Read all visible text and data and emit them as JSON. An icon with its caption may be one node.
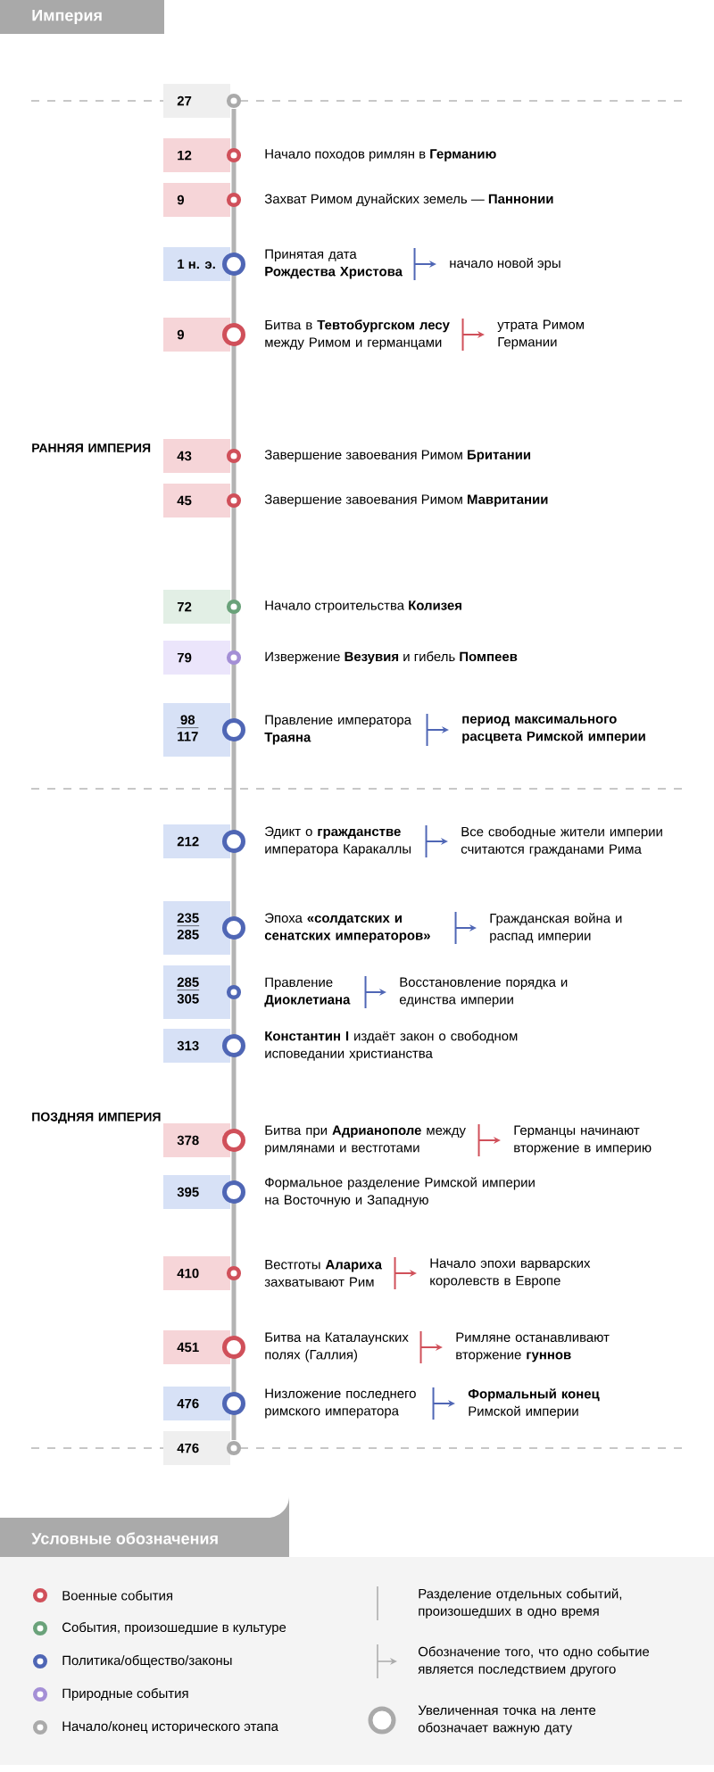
{
  "diagram": {
    "title": "Империя",
    "nodes": [
      {
        "text": [
          "27"
        ]
      },
      {
        "text": [
          "12"
        ]
      },
      {
        "text": [
          "Начало походов римлян в **Германию**"
        ]
      },
      {
        "text": [
          "9"
        ]
      },
      {
        "text": [
          "Захват Римом дунайских земель — **Паннонии**"
        ]
      },
      {
        "text": [
          "1 н. э."
        ]
      },
      {
        "text": [
          "Принятая дата **Рождества Христова**"
        ]
      },
      {
        "text": [
          "начало новой эры"
        ]
      },
      {
        "text": [
          "9"
        ]
      },
      {
        "text": [
          "Битва в **Тевтобургском лесу** между Римом и германцами"
        ]
      },
      {
        "text": [
          "утрата Римом Германии"
        ]
      },
      {
        "text": [
          "43"
        ]
      },
      {
        "text": [
          "Завершение завоевания Римом **Британии**"
        ]
      },
      {
        "text": [
          "45"
        ]
      },
      {
        "text": [
          "Завершение завоевания Римом **Мавритании**"
        ]
      },
      {
        "text": [
          "72"
        ]
      },
      {
        "text": [
          "Начало строительства **Колизея**"
        ]
      },
      {
        "text": [
          "79"
        ]
      },
      {
        "text": [
          "Извержение **Везувия** и гибель **Помпеев**"
        ]
      },
      {
        "text": [
          "98",
          "117"
        ]
      },
      {
        "text": [
          "Правление императора **Траяна**"
        ]
      },
      {
        "text": [
          "период максимального расцвета Римской империи"
        ]
      },
      {
        "text": [
          "212"
        ]
      },
      {
        "text": [
          "Эдикт о **гражданстве** императора Каракаллы"
        ]
      },
      {
        "text": [
          "Все свободные жители империи считаются гражданами Рима"
        ]
      },
      {
        "text": [
          "235",
          "285"
        ]
      },
      {
        "text": [
          "Эпоха **«солдатских и сенатских императоров»**"
        ]
      },
      {
        "text": [
          "Гражданская война и распад империи"
        ]
      },
      {
        "text": [
          "285",
          "305"
        ]
      },
      {
        "text": [
          "Правление **Диоклетиана**"
        ]
      },
      {
        "text": [
          "Восстановление порядка и единства империи"
        ]
      },
      {
        "text": [
          "313"
        ]
      },
      {
        "text": [
          "**Константин I** издаёт закон о свободном исповедании христианства"
        ]
      },
      {
        "text": [
          "378"
        ]
      },
      {
        "text": [
          "Битва при **Адрианополе** между римлянами и вестготами"
        ]
      },
      {
        "text": [
          "Германцы начинают вторжение в империю"
        ]
      },
      {
        "text": [
          "395"
        ]
      },
      {
        "text": [
          "Формальное разделение Римской империи на Восточную и Западную"
        ]
      },
      {
        "text": [
          "410"
        ]
      },
      {
        "text": [
          "Вестготы **Алариха** захватывают Рим"
        ]
      },
      {
        "text": [
          "Начало эпохи варварских королевств в Европе"
        ]
      },
      {
        "text": [
          "451"
        ]
      },
      {
        "text": [
          "Битва на Каталаунских полях (Галлия)"
        ]
      },
      {
        "text": [
          "Римляне останавливают вторжение **гуннов**"
        ]
      },
      {
        "text": [
          "476"
        ]
      },
      {
        "text": [
          "Низложение последнего римского императора"
        ]
      },
      {
        "text": [
          "**Формальный конец** Римской империи"
        ]
      },
      {
        "text": [
          "476"
        ]
      }
    ],
    "edges": [
      {
        "from": 6,
        "to": 7,
        "arrow": "to"
      },
      {
        "from": 9,
        "to": 10,
        "arrow": "to",
        "color": "#d0505a"
      },
      {
        "from": 20,
        "to": 21,
        "arrow": "to"
      },
      {
        "from": 23,
        "to": 24,
        "arrow": "to"
      },
      {
        "from": 26,
        "to": 27,
        "arrow": "to"
      },
      {
        "from": 29,
        "to": 30,
        "arrow": "to"
      },
      {
        "from": 34,
        "to": 35,
        "arrow": "to",
        "color": "#d0505a"
      },
      {
        "from": 39,
        "to": 40,
        "arrow": "to",
        "color": "#d0505a"
      },
      {
        "from": 42,
        "to": 43,
        "arrow": "to",
        "color": "#d0505a"
      },
      {
        "from": 45,
        "to": 46,
        "arrow": "to"
      }
    ],
    "labels": [
      "РАННЯЯ ИМПЕРИЯ",
      "ПОЗДНЯЯ ИМПЕРИЯ",
      "Условные обозначения"
    ],
    "legend": [
      {
        "text": "Военные события",
        "color": "#d0505a"
      },
      {
        "text": "События, произошедшие в культуре",
        "color": "#6aa27a"
      },
      {
        "text": "Политика/общество/законы",
        "color": "#4f66b5"
      },
      {
        "text": "Природные события",
        "color": "#a48fd6"
      },
      {
        "text": "Начало/конец исторического этапа",
        "color": "#aaaaaa"
      },
      {
        "text": "Разделение отдельных событий, произошедших в одно время"
      },
      {
        "text": "Обозначение того, что одно событие является последствием другого"
      },
      {
        "text": "Увеличенная точка на ленте обозначает важную дату"
      }
    ]
  }
}
